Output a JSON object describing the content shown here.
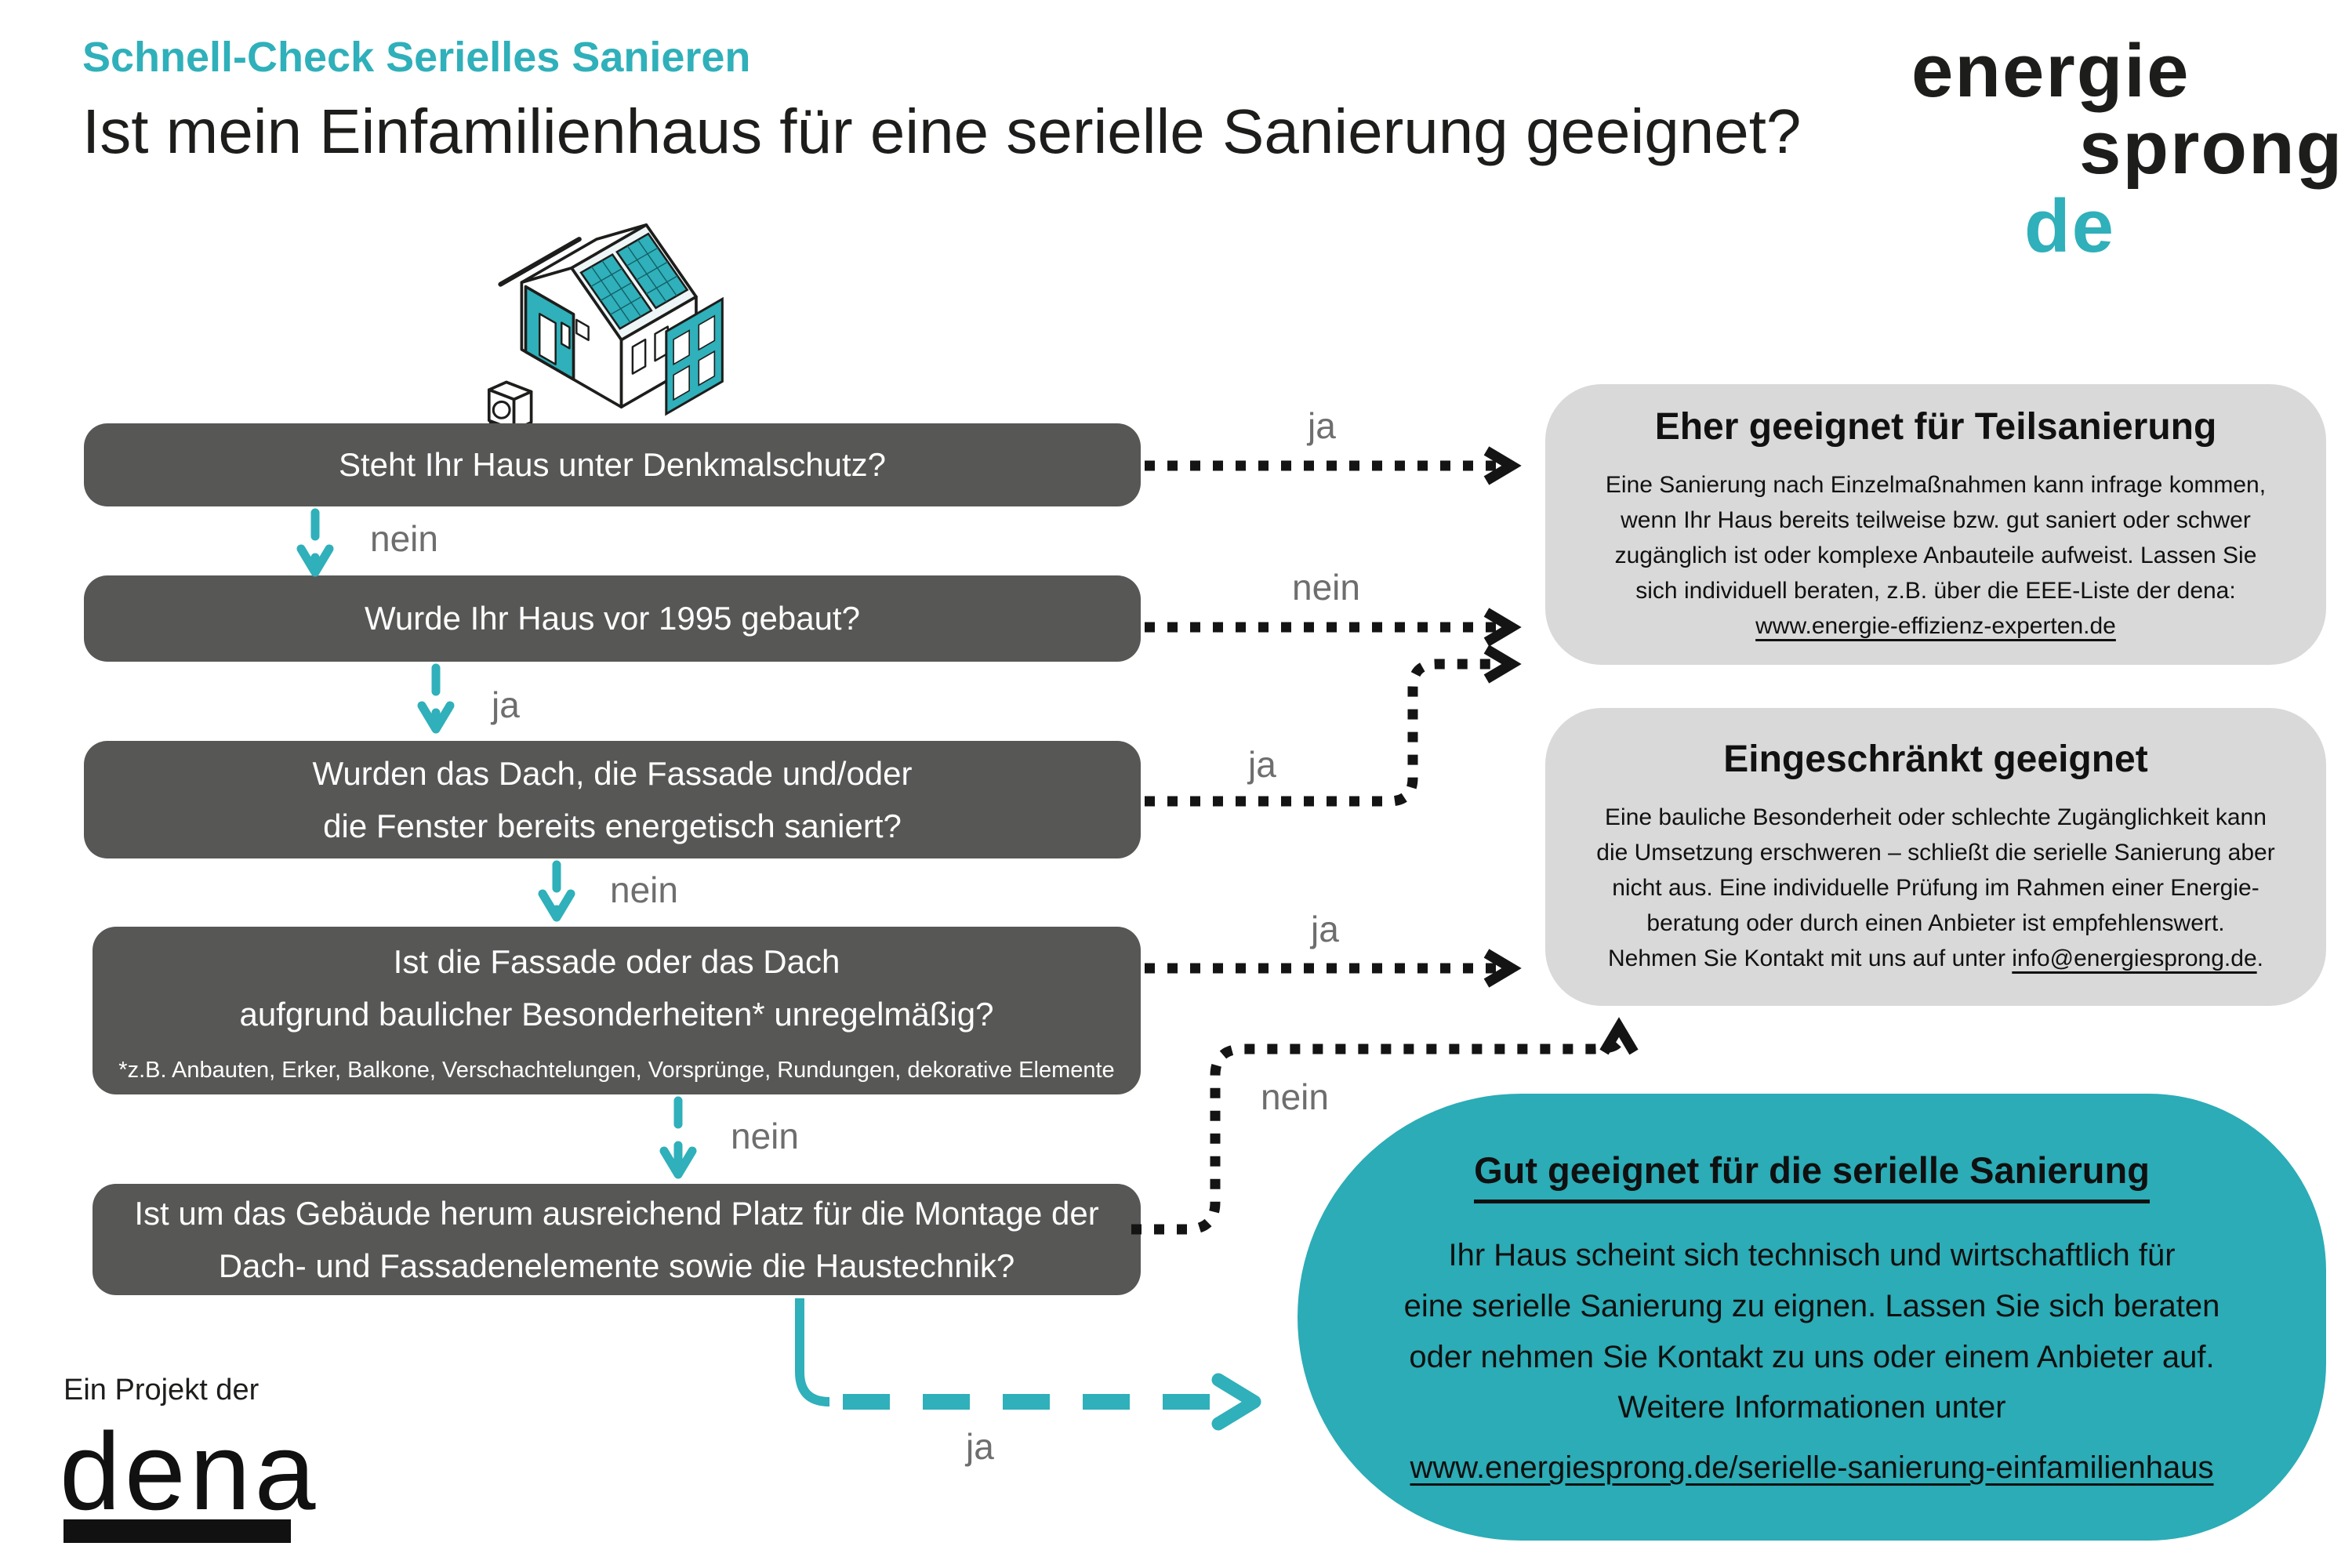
{
  "colors": {
    "teal": "#2FB0BA",
    "teal-box": "#2BACB6",
    "dark": "#575756",
    "light": "#D9D9D9",
    "label": "#6E6E6E",
    "ink": "#1D1D1B"
  },
  "header": {
    "kicker": "Schnell-Check Serielles Sanieren",
    "title": "Ist mein Einfamilienhaus für eine serielle Sanierung geeignet?"
  },
  "logo": {
    "line1": "energie",
    "line2": "sprong",
    "line3": "de"
  },
  "house_icon": "isometric-house-with-solar-panels-and-heat-pump",
  "questions": [
    {
      "lines": [
        "Steht Ihr Haus unter Denkmalschutz?"
      ]
    },
    {
      "lines": [
        "Wurde Ihr Haus vor 1995 gebaut?"
      ]
    },
    {
      "lines": [
        "Wurden das Dach, die Fassade und/oder",
        "die Fenster bereits energetisch saniert?"
      ]
    },
    {
      "lines": [
        "Ist die Fassade oder das Dach",
        "aufgrund baulicher Besonderheiten* unregelmäßig?"
      ],
      "footnote": "*z.B. Anbauten, Erker, Balkone, Verschachtelungen, Vorsprünge, Rundungen, dekorative Elemente"
    },
    {
      "lines": [
        "Ist um das Gebäude herum ausreichend Platz für die Montage der",
        "Dach- und Fassadenelemente sowie die Haustechnik?"
      ]
    }
  ],
  "labels": {
    "q1_nein": "nein",
    "q1_ja": "ja",
    "q2_ja": "ja",
    "q2_nein": "nein",
    "q3_nein": "nein",
    "q3_ja": "ja",
    "q4_nein": "nein",
    "q4_ja": "ja",
    "q5_nein": "nein",
    "q5_ja": "ja"
  },
  "results": {
    "teilsanierung": {
      "title": "Eher geeignet für Teilsanierung",
      "body": [
        "Eine Sanierung nach Einzelmaßnahmen kann infrage kommen,",
        "wenn Ihr Haus bereits teilweise bzw. gut saniert oder schwer",
        "zugänglich ist oder komplexe Anbauteile aufweist. Lassen Sie",
        "sich individuell beraten, z.B. über die EEE-Liste der dena:"
      ],
      "link": "www.energie-effizienz-experten.de"
    },
    "eingeschraenkt": {
      "title": "Eingeschränkt geeignet",
      "body": [
        "Eine bauliche Besonderheit oder schlechte Zugänglichkeit kann",
        "die Umsetzung erschweren – schließt die serielle Sanierung aber",
        "nicht aus. Eine individuelle Prüfung im Rahmen einer Energie-",
        "beratung oder durch einen Anbieter ist empfehlenswert."
      ],
      "contact_prefix": "Nehmen Sie Kontakt mit uns auf unter ",
      "link": "info@energiesprong.de",
      "suffix": "."
    },
    "gut": {
      "title": "Gut geeignet für die serielle Sanierung",
      "body": [
        "Ihr Haus scheint sich technisch und wirtschaftlich für",
        "eine serielle Sanierung zu eignen. Lassen Sie sich beraten",
        "oder nehmen Sie Kontakt zu uns oder einem Anbieter auf.",
        "Weitere Informationen unter"
      ],
      "link": "www.energiesprong.de/serielle-sanierung-einfamilienhaus"
    }
  },
  "footer": {
    "project": "Ein Projekt der",
    "dena": "dena"
  }
}
